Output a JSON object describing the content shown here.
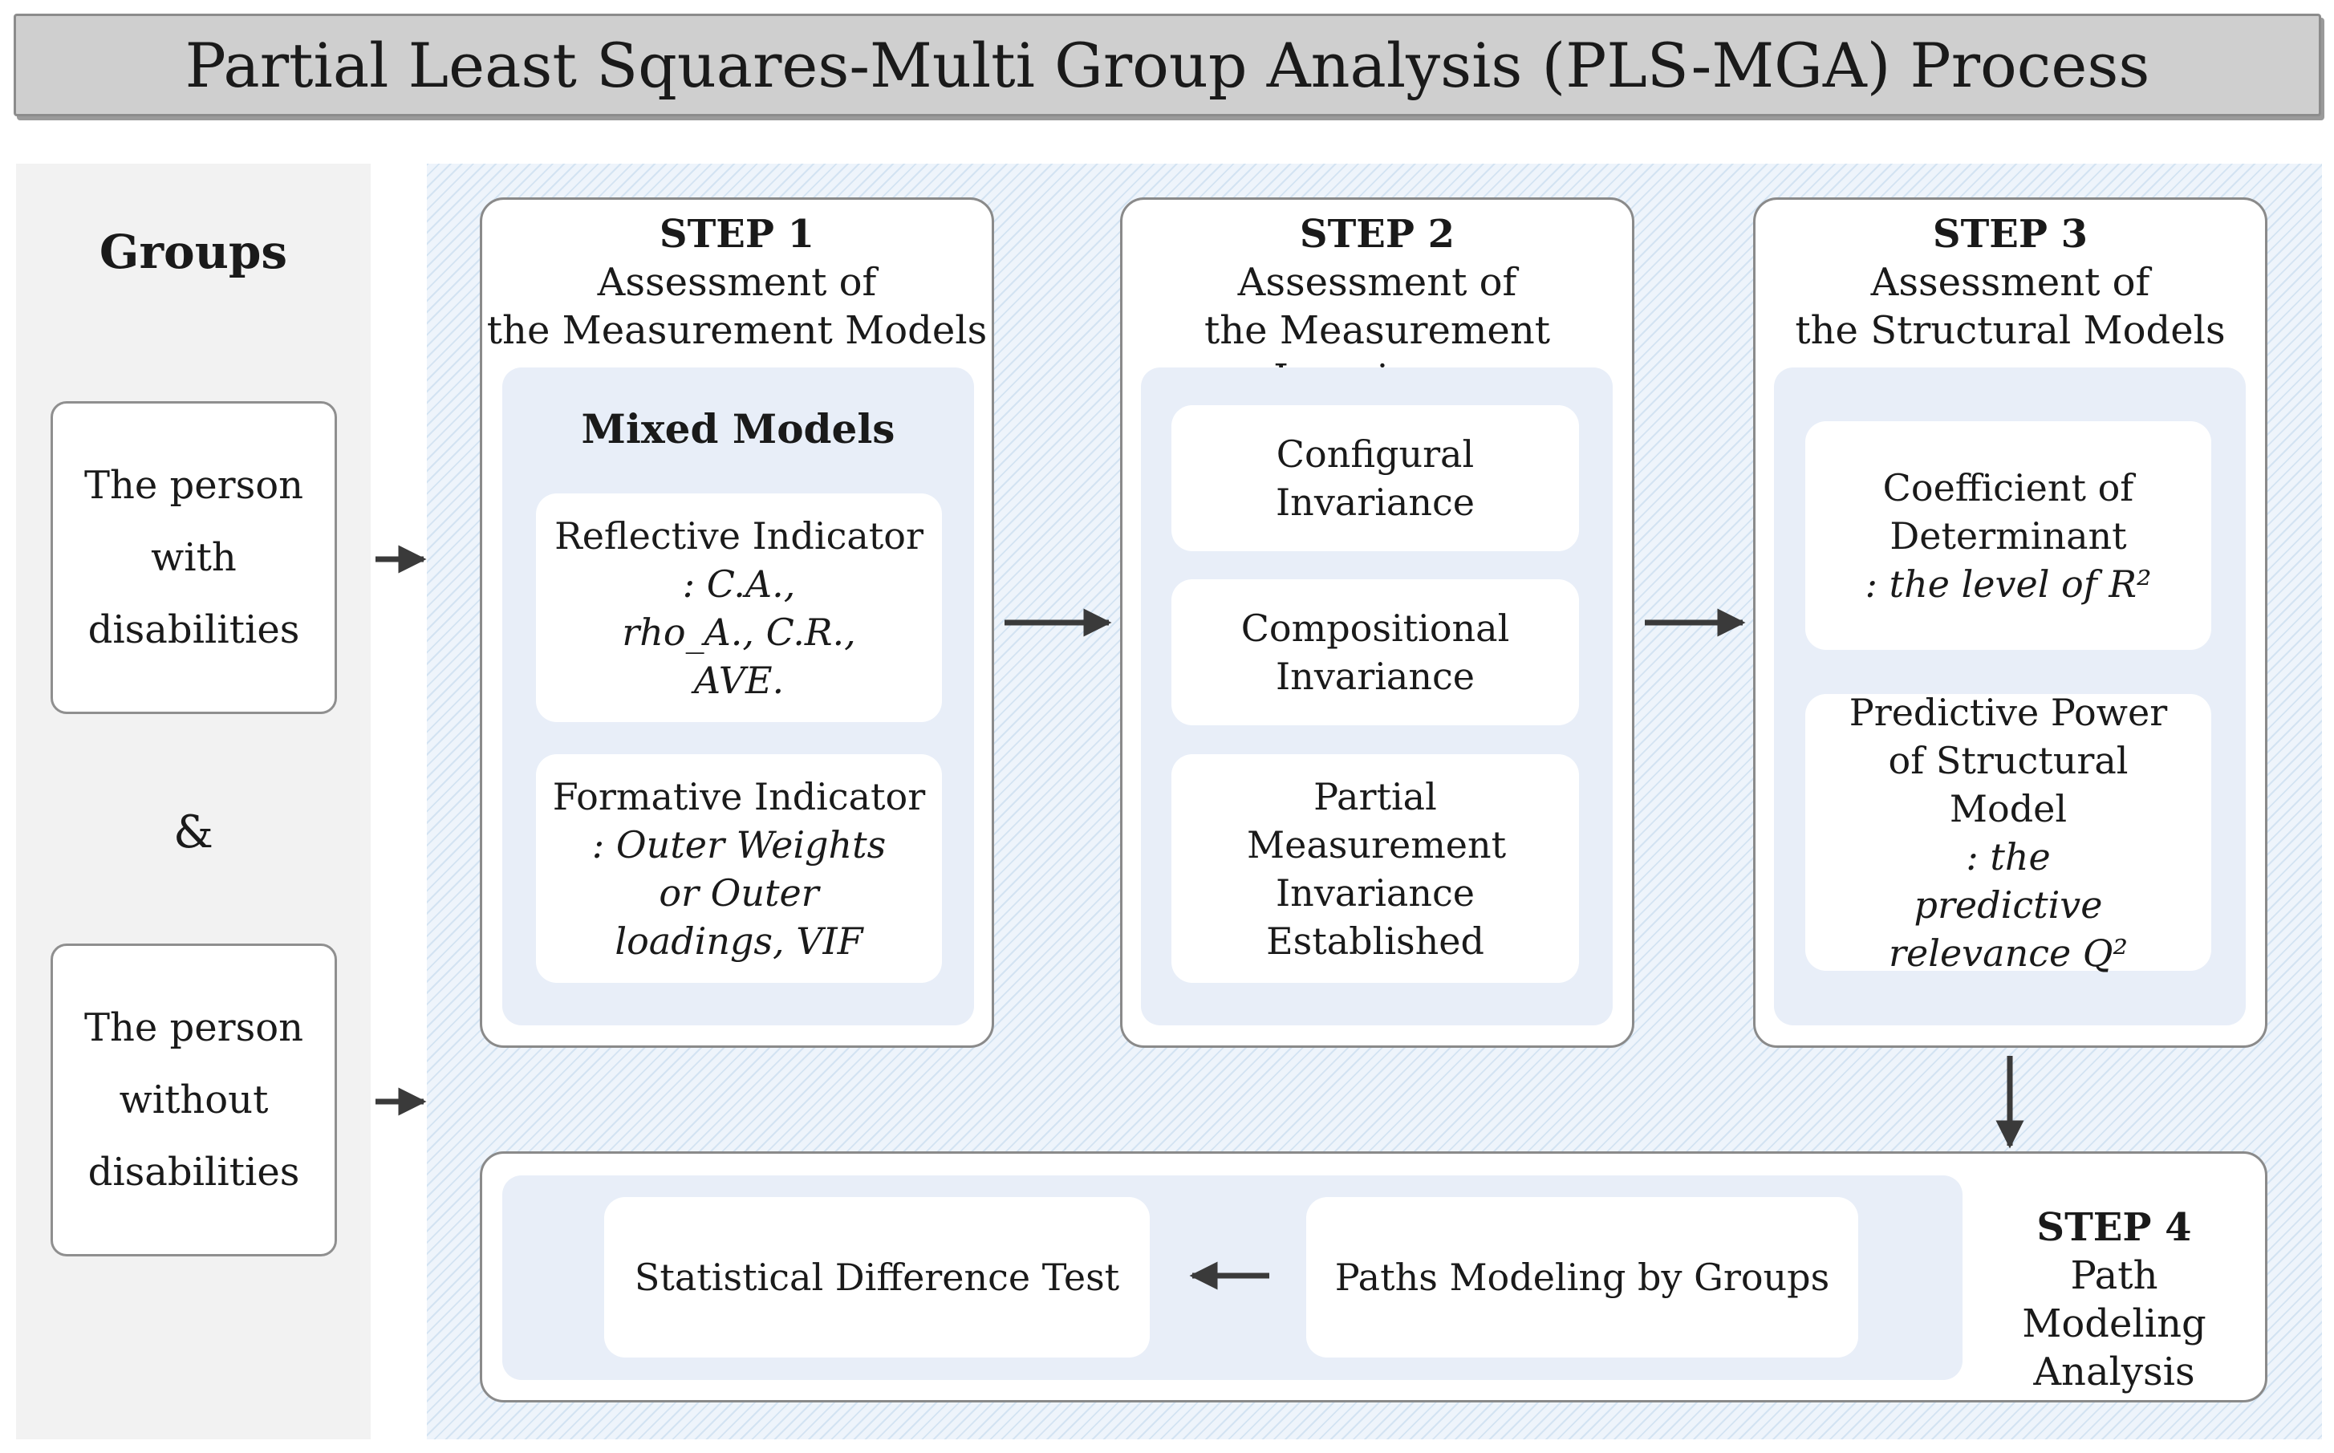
{
  "title": "Partial Least Squares-Multi Group Analysis (PLS-MGA) Process",
  "groups": {
    "heading": "Groups",
    "with_label": "The person with disabilities",
    "ampersand": "&",
    "without_label": "The person without disabilities"
  },
  "step1": {
    "label": "STEP 1",
    "title_line1": "Assessment of",
    "title_line2": "the Measurement Models",
    "panel_title": "Mixed Models",
    "items": [
      {
        "name": "Reflective Indicator",
        "detail": ": C.A., rho_A., C.R., AVE."
      },
      {
        "name": "Formative Indicator",
        "detail": ": Outer Weights or Outer loadings, VIF"
      }
    ]
  },
  "step2": {
    "label": "STEP 2",
    "title_line1": "Assessment of",
    "title_line2": "the Measurement Invariance",
    "items": [
      {
        "name": "Configural Invariance"
      },
      {
        "name": "Compositional Invariance"
      },
      {
        "name": "Partial Measurement Invariance Established"
      }
    ]
  },
  "step3": {
    "label": "STEP 3",
    "title_line1": "Assessment of",
    "title_line2": "the Structural Models",
    "items": [
      {
        "name": "Coefficient of Determinant",
        "detail": ": the level of R²"
      },
      {
        "name": "Predictive Power of Structural Model",
        "detail": ": the predictive relevance Q²"
      }
    ]
  },
  "step4": {
    "label": "STEP 4",
    "title_line1": "Path Modeling",
    "title_line2": "Analysis",
    "items": [
      {
        "name": "Statistical Difference Test"
      },
      {
        "name": "Paths Modeling by Groups"
      }
    ]
  },
  "colors": {
    "title_bar": "#cfcfcf",
    "group_panel": "#f2f2f2",
    "hatch": "#d3e3f2",
    "inner_panel": "#e8eef8",
    "arrow": "#3a3a3a"
  }
}
